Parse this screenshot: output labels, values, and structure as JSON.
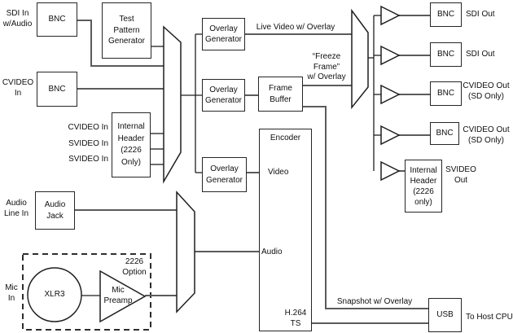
{
  "colors": {
    "background": "#ffffff",
    "line_primary": "#5b5b5b",
    "line_secondary": "#1f1f1f",
    "box_border": "#262626",
    "text": "#0f0f0f"
  },
  "text": {
    "bnc": "BNC",
    "test_pattern_generator": "Test\nPattern\nGenerator",
    "internal_header_in": "Internal\nHeader\n(2226\nOnly)",
    "internal_header_out": "Internal\nHeader\n(2226\nonly)",
    "overlay_generator": "Overlay\nGenerator",
    "frame_buffer": "Frame\nBuffer",
    "encoder_title": "Encoder",
    "encoder_video": "Video",
    "encoder_audio": "Audio",
    "encoder_h264": "H.264\nTS",
    "audio_jack": "Audio\nJack",
    "usb": "USB",
    "xlr3": "XLR3",
    "mic_preamp": "Mic\nPreamp",
    "sdi_in": "SDI In\nw/Audio",
    "cvideo_in": "CVIDEO\nIn",
    "hdr_cvideo_in": "CVIDEO In",
    "hdr_svideo_in": "SVIDEO In",
    "live_video": "Live Video w/ Overlay",
    "freeze_frame": "“Freeze\nFrame”\nw/ Overlay",
    "audio_line_in": "Audio\nLine In",
    "mic_in": "Mic\nIn",
    "option_2226": "2226\nOption",
    "snapshot": "Snapshot w/ Overlay",
    "to_host_cpu": "To Host CPU",
    "sdi_out": "SDI Out",
    "cvideo_out": "CVIDEO Out\n(SD Only)",
    "svideo_out": "SVIDEO\nOut"
  }
}
